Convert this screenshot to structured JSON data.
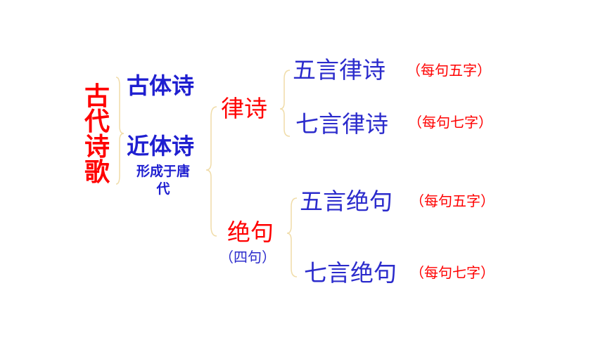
{
  "root": "古代诗歌",
  "branches": {
    "ancient": "古体诗",
    "modern": "近体诗",
    "modern_note": "形成于唐代"
  },
  "forms": {
    "lushi": "律诗",
    "jueju": "绝句",
    "jueju_note": "（四句）"
  },
  "leaves": {
    "wuyan_lushi": "五言律诗",
    "qiyan_lushi": "七言律诗",
    "wuyan_jueju": "五言绝句",
    "qiyan_jueju": "七言绝句"
  },
  "notes": {
    "wuyan_lushi": "（每句五字）",
    "qiyan_lushi": "（每句七字）",
    "wuyan_jueju": "（每句五字）",
    "qiyan_jueju": "（每句七字）"
  },
  "colors": {
    "accent_red": "#ff0000",
    "accent_blue": "#1f1fd0",
    "bracket": "#f0dca8"
  }
}
